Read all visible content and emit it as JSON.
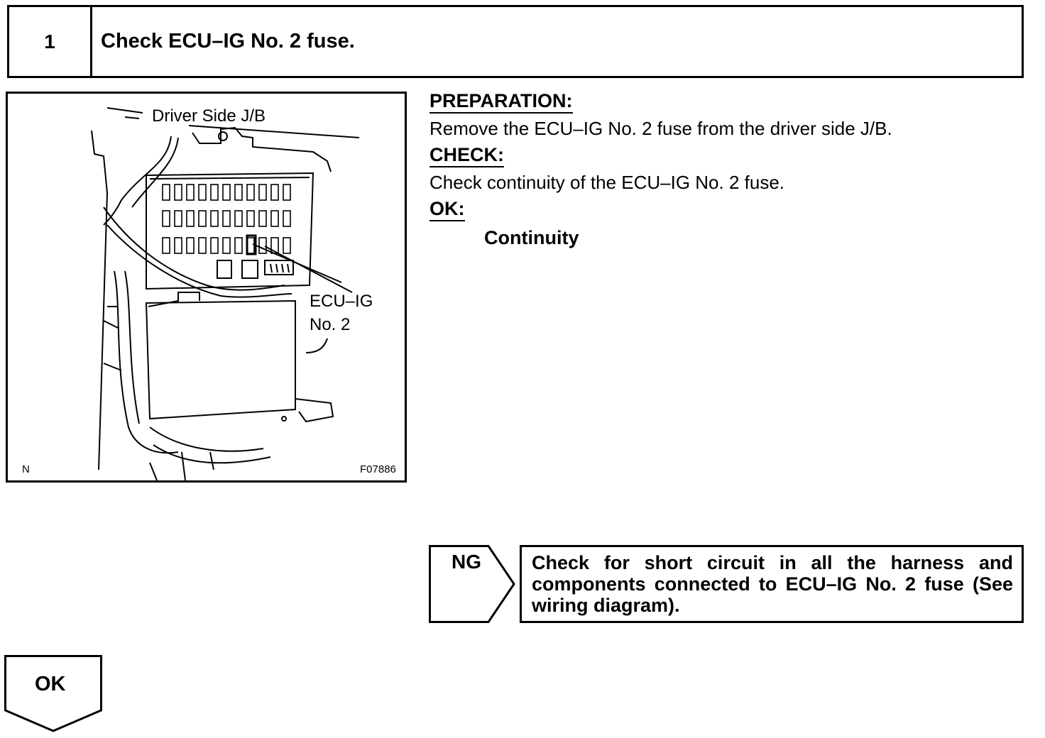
{
  "step": {
    "number": "1",
    "title": "Check ECU–IG No. 2 fuse."
  },
  "figure": {
    "label_jb": "Driver Side J/B",
    "label_fuse_line1": "ECU–IG",
    "label_fuse_line2": "No. 2",
    "corner_mark": "N",
    "figure_code": "F07886"
  },
  "procedure": {
    "preparation_heading": "PREPARATION:",
    "preparation_text": "Remove the ECU–IG No. 2 fuse from the driver side J/B.",
    "check_heading": "CHECK:",
    "check_text": "Check continuity of the ECU–IG No. 2 fuse.",
    "ok_heading": "OK:",
    "ok_result": "Continuity"
  },
  "ng_branch": {
    "label": "NG",
    "instruction": "Check for short circuit in all the harness and components connected to ECU–IG No. 2 fuse (See wiring diagram)."
  },
  "ok_branch": {
    "label": "OK"
  }
}
